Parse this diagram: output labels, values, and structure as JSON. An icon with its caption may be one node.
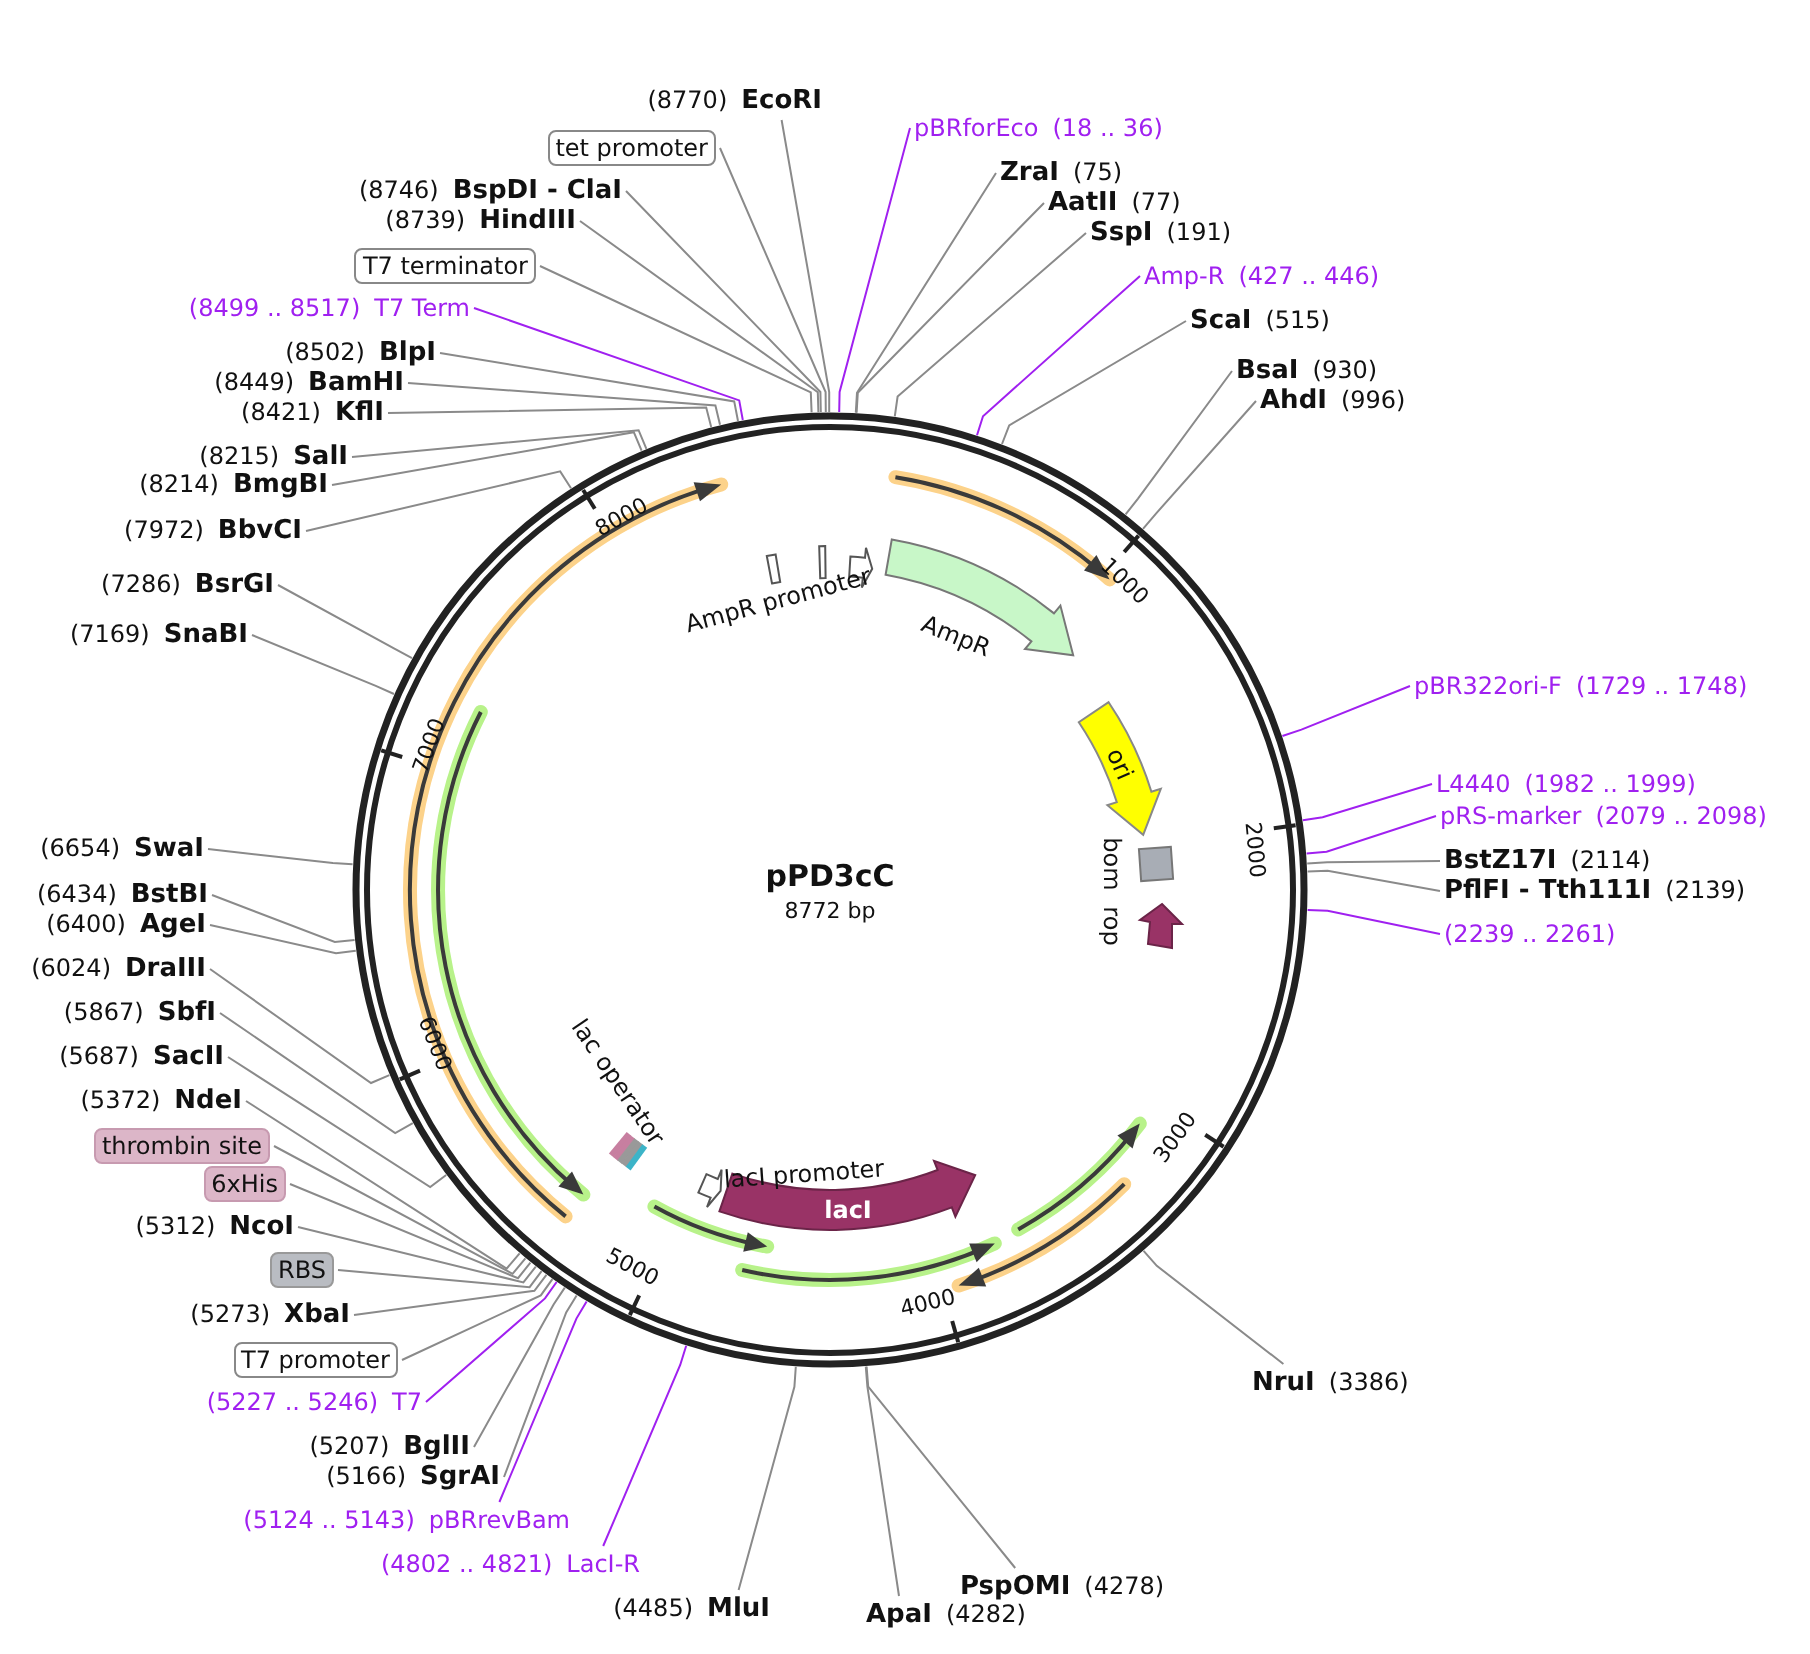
{
  "diagram": {
    "title": "pPD3cC",
    "nodes": [
      {
        "text": [
          "(8770)",
          "EcoRI"
        ]
      },
      {
        "text": [
          "tet promoter"
        ]
      },
      {
        "text": [
          "(8746)",
          "BspDI - ClaI"
        ]
      },
      {
        "text": [
          "(8739)",
          "HindIII"
        ]
      },
      {
        "text": [
          "T7 terminator"
        ]
      },
      {
        "text": [
          "(8499 .. 8517)",
          "T7 Term"
        ]
      },
      {
        "text": [
          "(8502)",
          "BlpI"
        ]
      },
      {
        "text": [
          "(8449)",
          "BamHI"
        ]
      },
      {
        "text": [
          "(8421)",
          "KflI"
        ]
      },
      {
        "text": [
          "(8215)",
          "SalI"
        ]
      },
      {
        "text": [
          "(8214)",
          "BmgBI"
        ]
      },
      {
        "text": [
          "(7972)",
          "BbvCI"
        ]
      },
      {
        "text": [
          "(7286)",
          "BsrGI"
        ]
      },
      {
        "text": [
          "(7169)",
          "SnaBI"
        ]
      },
      {
        "text": [
          "(6654)",
          "SwaI"
        ]
      },
      {
        "text": [
          "(6434)",
          "BstBI"
        ]
      },
      {
        "text": [
          "(6400)",
          "AgeI"
        ]
      },
      {
        "text": [
          "(6024)",
          "DraIII"
        ]
      },
      {
        "text": [
          "(5867)",
          "SbfI"
        ]
      },
      {
        "text": [
          "(5687)",
          "SacII"
        ]
      },
      {
        "text": [
          "(5372)",
          "NdeI"
        ]
      },
      {
        "text": [
          "thrombin site"
        ]
      },
      {
        "text": [
          "6xHis"
        ]
      },
      {
        "text": [
          "(5312)",
          "NcoI"
        ]
      },
      {
        "text": [
          "RBS"
        ]
      },
      {
        "text": [
          "(5273)",
          "XbaI"
        ]
      },
      {
        "text": [
          "T7 promoter"
        ]
      },
      {
        "text": [
          "(5227 .. 5246)",
          "T7"
        ]
      },
      {
        "text": [
          "(5207)",
          "BglII"
        ]
      },
      {
        "text": [
          "(5166)",
          "SgrAI"
        ]
      },
      {
        "text": [
          "(5124 .. 5143)",
          "pBRrevBam"
        ]
      },
      {
        "text": [
          "(4802 .. 4821)",
          "LacI-R"
        ]
      },
      {
        "text": [
          "(4485)",
          "MluI"
        ]
      },
      {
        "text": [
          "ApaI",
          "(4282)"
        ]
      },
      {
        "text": [
          "PspOMI",
          "(4278)"
        ]
      },
      {
        "text": [
          "NruI",
          "(3386)"
        ]
      },
      {
        "text": [
          "(2239 .. 2261)"
        ]
      },
      {
        "text": [
          "PflFI - Tth111I",
          "(2139)"
        ]
      },
      {
        "text": [
          "BstZ17I",
          "(2114)"
        ]
      },
      {
        "text": [
          "pRS-marker",
          "(2079 .. 2098)"
        ]
      },
      {
        "text": [
          "L4440",
          "(1982 .. 1999)"
        ]
      },
      {
        "text": [
          "pBR322ori-F",
          "(1729 .. 1748)"
        ]
      },
      {
        "text": [
          "AhdI",
          "(996)"
        ]
      },
      {
        "text": [
          "BsaI",
          "(930)"
        ]
      },
      {
        "text": [
          "ScaI",
          "(515)"
        ]
      },
      {
        "text": [
          "Amp-R",
          "(427 .. 446)"
        ]
      },
      {
        "text": [
          "SspI",
          "(191)"
        ]
      },
      {
        "text": [
          "AatII",
          "(77)"
        ]
      },
      {
        "text": [
          "ZraI",
          "(75)"
        ]
      },
      {
        "text": [
          "pBRforEco",
          "(18 .. 36)"
        ]
      },
      {
        "text": [
          "AmpR promoter"
        ]
      },
      {
        "text": [
          "AmpR"
        ]
      },
      {
        "text": [
          "ori"
        ]
      },
      {
        "text": [
          "bom"
        ]
      },
      {
        "text": [
          "rop"
        ]
      },
      {
        "text": [
          "lacI promoter"
        ]
      },
      {
        "text": [
          "lacI"
        ]
      },
      {
        "text": [
          "lac operator"
        ]
      }
    ],
    "edges": [
      {
        "from": 0,
        "to": null,
        "arrow": "none"
      },
      {
        "from": 1,
        "to": null,
        "arrow": "none"
      },
      {
        "from": 2,
        "to": null,
        "arrow": "none"
      },
      {
        "from": 3,
        "to": null,
        "arrow": "none"
      },
      {
        "from": 4,
        "to": null,
        "arrow": "none"
      },
      {
        "from": 5,
        "to": null,
        "arrow": "none",
        "color": "#a020f0"
      },
      {
        "from": 6,
        "to": null,
        "arrow": "none"
      },
      {
        "from": 7,
        "to": null,
        "arrow": "none"
      },
      {
        "from": 8,
        "to": null,
        "arrow": "none"
      },
      {
        "from": 9,
        "to": null,
        "arrow": "none"
      },
      {
        "from": 10,
        "to": null,
        "arrow": "none"
      },
      {
        "from": 11,
        "to": null,
        "arrow": "none"
      },
      {
        "from": 12,
        "to": null,
        "arrow": "none"
      },
      {
        "from": 13,
        "to": null,
        "arrow": "none"
      },
      {
        "from": 14,
        "to": null,
        "arrow": "none"
      },
      {
        "from": 15,
        "to": null,
        "arrow": "none"
      },
      {
        "from": 16,
        "to": null,
        "arrow": "none"
      },
      {
        "from": 17,
        "to": null,
        "arrow": "none"
      },
      {
        "from": 18,
        "to": null,
        "arrow": "none"
      },
      {
        "from": 19,
        "to": null,
        "arrow": "none"
      },
      {
        "from": 20,
        "to": null,
        "arrow": "none"
      },
      {
        "from": 21,
        "to": null,
        "arrow": "none"
      },
      {
        "from": 22,
        "to": null,
        "arrow": "none"
      },
      {
        "from": 23,
        "to": null,
        "arrow": "none"
      },
      {
        "from": 24,
        "to": null,
        "arrow": "none"
      },
      {
        "from": 25,
        "to": null,
        "arrow": "none"
      },
      {
        "from": 26,
        "to": null,
        "arrow": "none"
      },
      {
        "from": 27,
        "to": null,
        "arrow": "none",
        "color": "#a020f0"
      },
      {
        "from": 28,
        "to": null,
        "arrow": "none"
      },
      {
        "from": 29,
        "to": null,
        "arrow": "none"
      },
      {
        "from": 30,
        "to": null,
        "arrow": "none",
        "color": "#a020f0"
      },
      {
        "from": 31,
        "to": null,
        "arrow": "none",
        "color": "#a020f0"
      },
      {
        "from": 32,
        "to": null,
        "arrow": "none"
      },
      {
        "from": 33,
        "to": null,
        "arrow": "none"
      },
      {
        "from": 34,
        "to": null,
        "arrow": "none"
      },
      {
        "from": 35,
        "to": null,
        "arrow": "none"
      },
      {
        "from": 36,
        "to": null,
        "arrow": "none",
        "color": "#a020f0"
      },
      {
        "from": 37,
        "to": null,
        "arrow": "none"
      },
      {
        "from": 38,
        "to": null,
        "arrow": "none"
      },
      {
        "from": 39,
        "to": null,
        "arrow": "none",
        "color": "#a020f0"
      },
      {
        "from": 40,
        "to": null,
        "arrow": "none",
        "color": "#a020f0"
      },
      {
        "from": 41,
        "to": null,
        "arrow": "none",
        "color": "#a020f0"
      },
      {
        "from": 42,
        "to": null,
        "arrow": "none"
      },
      {
        "from": 43,
        "to": null,
        "arrow": "none"
      },
      {
        "from": 44,
        "to": null,
        "arrow": "none"
      },
      {
        "from": 45,
        "to": null,
        "arrow": "none",
        "color": "#a020f0"
      },
      {
        "from": 46,
        "to": null,
        "arrow": "none"
      },
      {
        "from": 47,
        "to": null,
        "arrow": "none"
      },
      {
        "from": 48,
        "to": null,
        "arrow": "none"
      },
      {
        "from": 49,
        "to": null,
        "arrow": "none",
        "color": "#a020f0"
      }
    ],
    "labels": [
      "8772 bp",
      "1000",
      "2000",
      "3000",
      "4000",
      "5000",
      "6000",
      "7000",
      "8000"
    ]
  }
}
